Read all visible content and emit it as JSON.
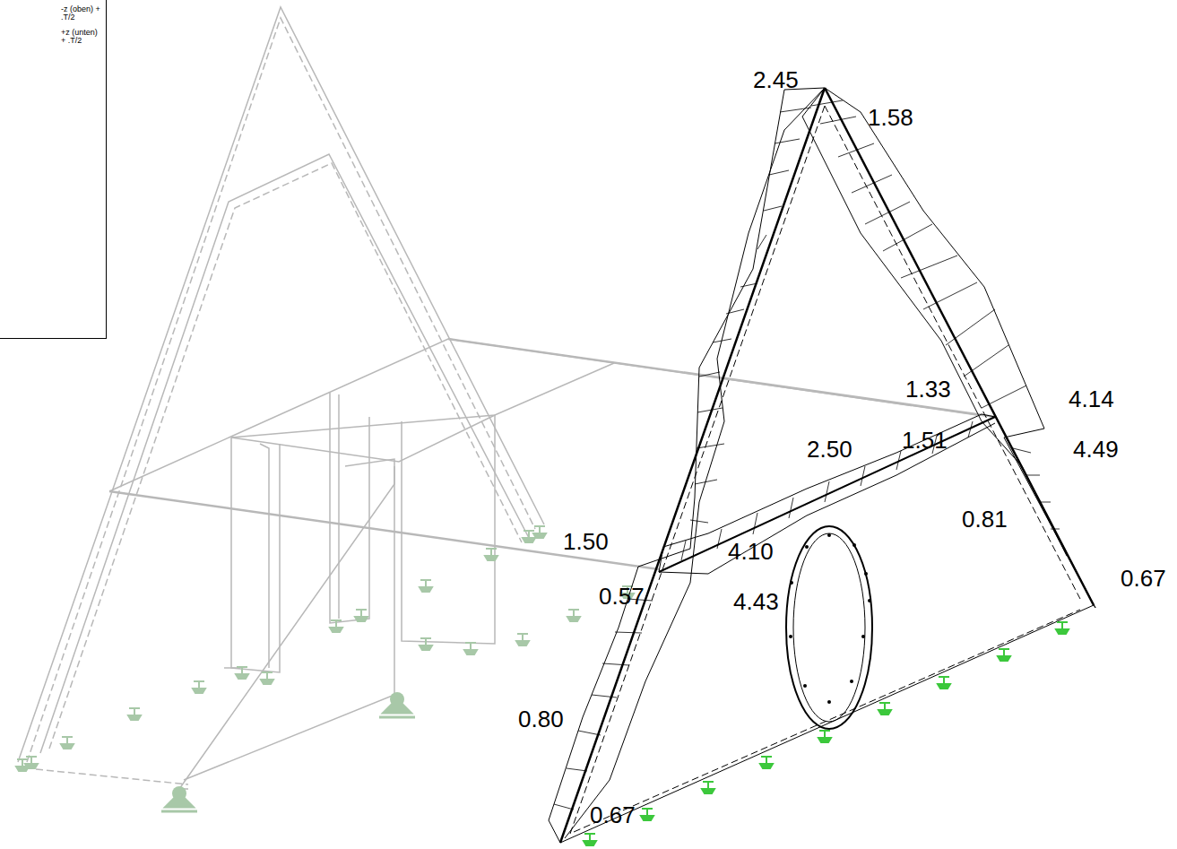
{
  "diagram": {
    "labels": [
      "2.45",
      "1.58",
      "1.33",
      "4.14",
      "2.50",
      "1.51",
      "4.49",
      "1.50",
      "0.81",
      "4.10",
      "0.57",
      "4.43",
      "0.67",
      "0.80",
      "0.67"
    ],
    "legend": [
      {
        "text": "-z (oben) + .T/2"
      },
      {
        "text": "+z (unten) + .T/2"
      }
    ]
  }
}
